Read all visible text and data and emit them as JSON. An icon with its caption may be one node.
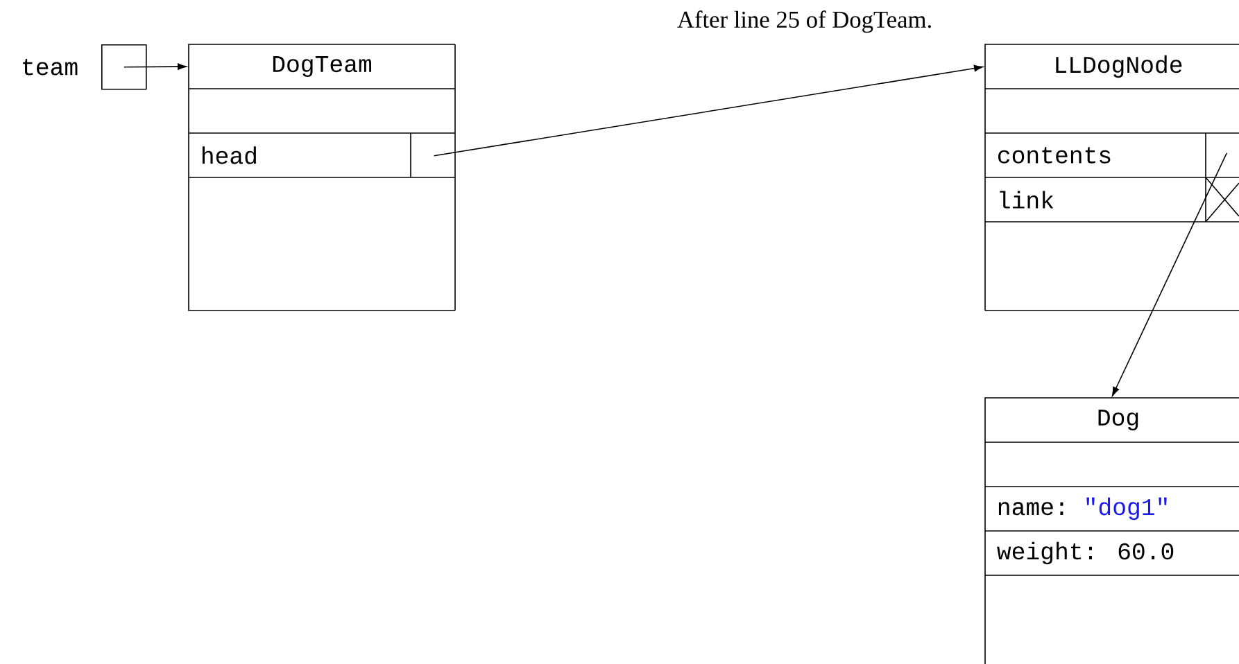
{
  "diagram": {
    "title": "After line 25 of DogTeam.",
    "nodes": [
      {
        "text": [],
        "shape": "box",
        "beside": [
          "team"
        ]
      },
      {
        "text": [
          "DogTeam"
        ]
      },
      {
        "text": [
          "head"
        ],
        "in": 1
      },
      {
        "text": [
          "LLDogNode"
        ]
      },
      {
        "text": [
          "contents"
        ],
        "in": 3
      },
      {
        "text": [
          "link"
        ],
        "in": 3
      },
      {
        "text": [
          "Dog"
        ]
      },
      {
        "text": [
          "name:",
          "\"dog1\""
        ],
        "in": 6
      },
      {
        "text": [
          "weight: 60.0"
        ],
        "in": 6
      }
    ],
    "edges": [
      {
        "from": 0,
        "to": 1,
        "arrow": "to"
      },
      {
        "from": 2,
        "to": 3,
        "arrow": "to"
      },
      {
        "from": 4,
        "to": 6,
        "arrow": "to"
      }
    ]
  }
}
